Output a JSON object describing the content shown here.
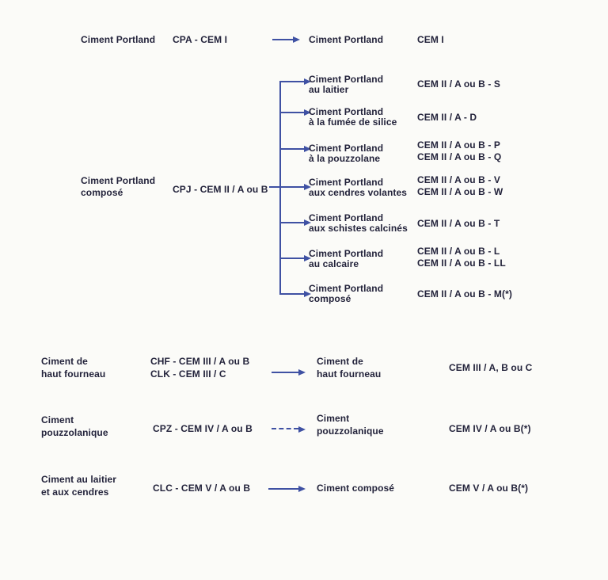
{
  "colors": {
    "background": "#fbfbf8",
    "text": "#23233b",
    "arrow": "#3f51a3"
  },
  "top_row": {
    "old_name": "Ciment Portland",
    "old_code": "CPA - CEM I",
    "new_name": "Ciment Portland",
    "new_code": "CEM I"
  },
  "cpj": {
    "name_line1": "Ciment Portland",
    "name_line2": "composé",
    "code": "CPJ - CEM II / A ou B"
  },
  "branches": [
    {
      "name_line1": "Ciment Portland",
      "name_line2": "au laitier",
      "codes": [
        "CEM II / A ou B - S"
      ]
    },
    {
      "name_line1": "Ciment Portland",
      "name_line2": "à la fumée de silice",
      "codes": [
        "CEM II / A - D"
      ]
    },
    {
      "name_line1": "Ciment Portland",
      "name_line2": "à la pouzzolane",
      "codes": [
        "CEM II / A ou B - P",
        "CEM II / A ou B - Q"
      ]
    },
    {
      "name_line1": "Ciment Portland",
      "name_line2": "aux cendres volantes",
      "codes": [
        "CEM II / A ou B - V",
        "CEM II / A ou B - W"
      ]
    },
    {
      "name_line1": "Ciment Portland",
      "name_line2": "aux schistes calcinés",
      "codes": [
        "CEM II / A ou B - T"
      ]
    },
    {
      "name_line1": "Ciment Portland",
      "name_line2": "au calcaire",
      "codes": [
        "CEM II / A ou B - L",
        "CEM II / A ou B - LL"
      ]
    },
    {
      "name_line1": "Ciment Portland",
      "name_line2": "composé",
      "codes": [
        "CEM II / A ou B - M(*)"
      ]
    }
  ],
  "bottom_rows": [
    {
      "old_line1": "Ciment de",
      "old_line2": "haut fourneau",
      "old_code1": "CHF - CEM III / A ou B",
      "old_code2": "CLK - CEM III / C",
      "new_line1": "Ciment de",
      "new_line2": "haut fourneau",
      "new_code": "CEM III / A, B ou C"
    },
    {
      "old_line1": "Ciment",
      "old_line2": "pouzzolanique",
      "old_code1": "CPZ - CEM IV / A ou B",
      "new_line1": "Ciment",
      "new_line2": "pouzzolanique",
      "new_code": "CEM IV / A ou B(*)"
    },
    {
      "old_line1": "Ciment au laitier",
      "old_line2": "et aux cendres",
      "old_code1": "CLC - CEM V / A ou B",
      "new_line1": "Ciment composé",
      "new_code": "CEM V / A ou B(*)"
    }
  ]
}
